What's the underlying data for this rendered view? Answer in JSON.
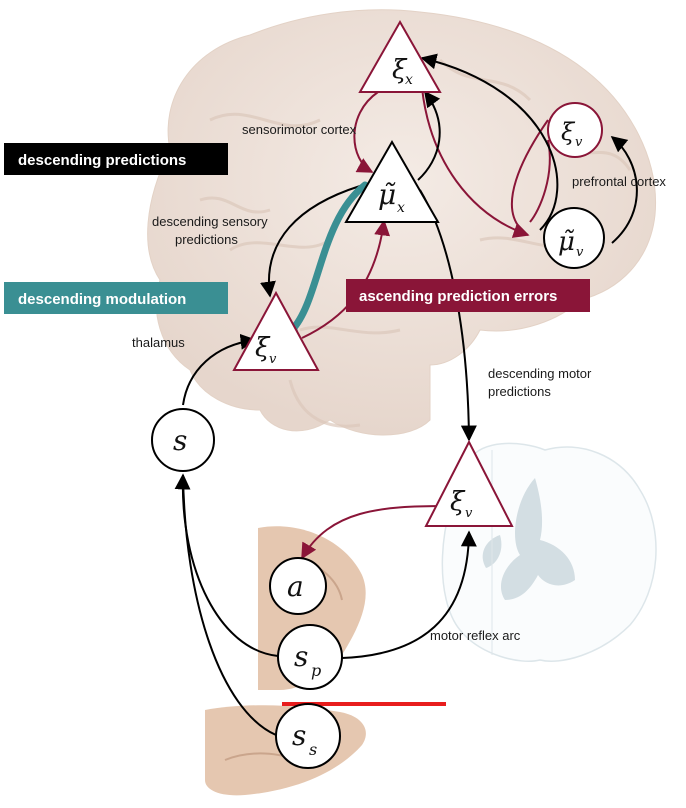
{
  "banners": {
    "descending_predictions": "descending predictions",
    "descending_modulation": "descending modulation",
    "ascending_prediction_errors": "ascending prediction errors"
  },
  "labels": {
    "sensorimotor_cortex": "sensorimotor cortex",
    "prefrontal_cortex": "prefrontal cortex",
    "descending_sensory_line1": "descending sensory",
    "descending_sensory_line2": "predictions",
    "thalamus": "thalamus",
    "descending_motor_line1": "descending motor",
    "descending_motor_line2": "predictions",
    "motor_reflex_arc": "motor reflex arc"
  },
  "nodes": {
    "xi_x": {
      "base": "ξ",
      "sub": "x"
    },
    "mu_x": {
      "base": "μ̃",
      "sub": "x"
    },
    "xi_v_prefrontal": {
      "base": "ξ",
      "sub": "v"
    },
    "mu_v": {
      "base": "μ̃",
      "sub": "v"
    },
    "xi_v_thalamus": {
      "base": "ξ",
      "sub": "v"
    },
    "s": {
      "base": "s",
      "sub": ""
    },
    "xi_v_spinal": {
      "base": "ξ",
      "sub": "v"
    },
    "a": {
      "base": "a",
      "sub": ""
    },
    "s_p": {
      "base": "s",
      "sub": "p"
    },
    "s_s": {
      "base": "s",
      "sub": "s"
    }
  },
  "colors": {
    "descending_predictions": "#000000",
    "descending_modulation": "#3a8f93",
    "ascending_prediction_errors": "#8a1538",
    "cutoff_line": "#e81d1d",
    "brain": "#efe4dd",
    "spinal_cord": "#d3dee3"
  }
}
